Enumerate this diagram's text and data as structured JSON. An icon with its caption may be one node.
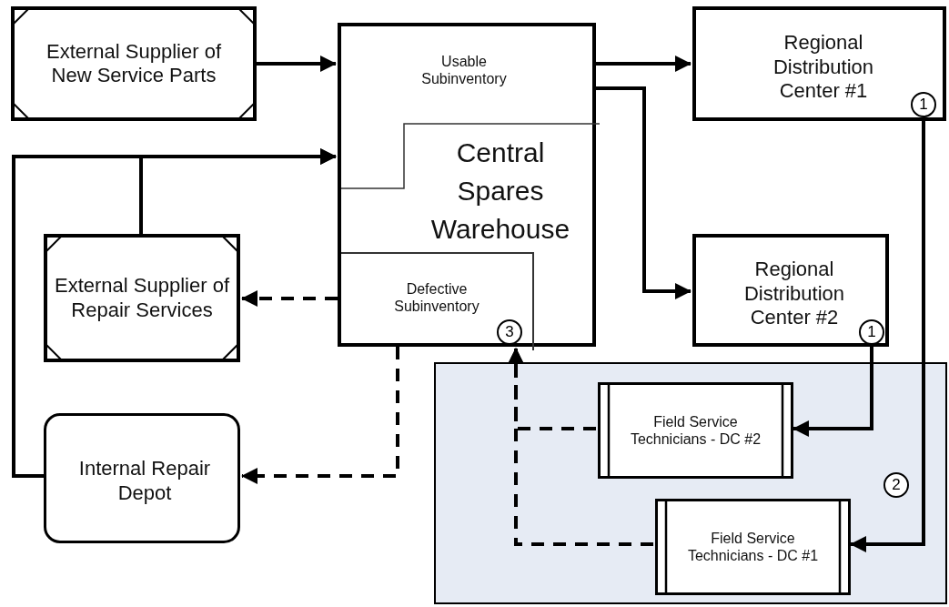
{
  "diagram": {
    "nodes": [
      {
        "text": [
          "External Supplier of New Service Parts"
        ]
      },
      {
        "text": [
          "Central Spares Warehouse"
        ]
      },
      {
        "text": [
          "Usable Subinventory"
        ],
        "in": 1
      },
      {
        "text": [
          "Defective Subinventory"
        ],
        "in": 1
      },
      {
        "text": [
          "Regional Distribution Center #1"
        ]
      },
      {
        "text": [
          "External Supplier of Repair Services"
        ]
      },
      {
        "text": [
          "Regional Distribution Center #2"
        ]
      },
      {
        "text": [
          "Internal Repair Depot"
        ]
      },
      {
        "text": [],
        "shape": "box"
      },
      {
        "text": [
          "Field Service Technicians - DC #2"
        ],
        "in": 8
      },
      {
        "text": [
          "Field Service Technicians - DC #1"
        ],
        "in": 8
      }
    ],
    "edges": [
      {
        "from": 0,
        "to": 1,
        "arrow": "to"
      },
      {
        "from": 5,
        "to": 1,
        "arrow": "to"
      },
      {
        "from": 7,
        "to": 1,
        "arrow": "to"
      },
      {
        "from": 2,
        "to": 4,
        "arrow": "to"
      },
      {
        "from": 2,
        "to": 6,
        "arrow": "to"
      },
      {
        "from": 3,
        "to": 5,
        "arrow": "to",
        "style": "dashed"
      },
      {
        "from": 3,
        "to": 7,
        "arrow": "to",
        "style": "dashed"
      },
      {
        "from": 6,
        "to": 9,
        "arrow": "to"
      },
      {
        "from": 4,
        "to": 10,
        "arrow": "to"
      },
      {
        "from": 9,
        "to": 3,
        "arrow": "to",
        "style": "dashed"
      },
      {
        "from": 10,
        "to": 3,
        "arrow": "to",
        "style": "dashed"
      }
    ],
    "labels": [
      "1",
      "3",
      "1",
      "2"
    ]
  }
}
